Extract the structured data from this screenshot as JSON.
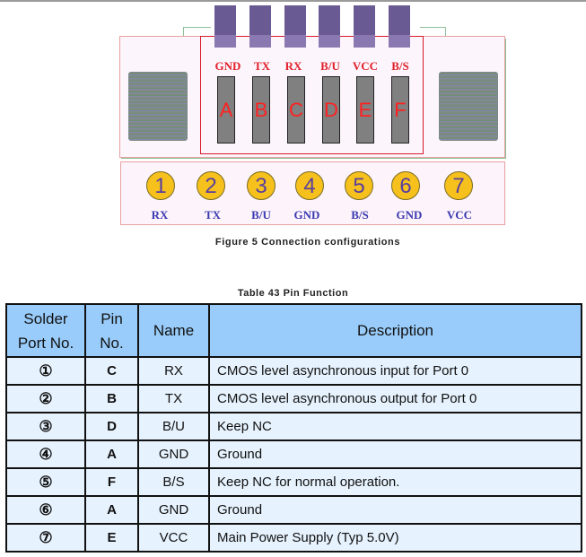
{
  "connector": {
    "top_pins": [
      {
        "signal": "GND",
        "letter": "A"
      },
      {
        "signal": "TX",
        "letter": "B"
      },
      {
        "signal": "RX",
        "letter": "C"
      },
      {
        "signal": "B/U",
        "letter": "D"
      },
      {
        "signal": "VCC",
        "letter": "E"
      },
      {
        "signal": "B/S",
        "letter": "F"
      }
    ],
    "solder_ports": [
      {
        "number": "1",
        "signal": "RX"
      },
      {
        "number": "2",
        "signal": "TX"
      },
      {
        "number": "3",
        "signal": "B/U"
      },
      {
        "number": "4",
        "signal": "GND"
      },
      {
        "number": "5",
        "signal": "B/S"
      },
      {
        "number": "6",
        "signal": "GND"
      },
      {
        "number": "7",
        "signal": "VCC"
      }
    ],
    "colors": {
      "pin_label": "#e0202a",
      "port_circle": "#f6c11c",
      "port_label": "#3a3ab0",
      "header_bg": "#99ccfa",
      "row_bg": "#e6f2fd"
    }
  },
  "figure_caption": "Figure 5 Connection configurations",
  "table": {
    "caption": "Table 43 Pin Function",
    "headers": {
      "solder_line1": "Solder",
      "solder_line2": "Port No.",
      "pin_line1": "Pin",
      "pin_line2": "No.",
      "name": "Name",
      "description": "Description"
    },
    "rows": [
      {
        "port": "①",
        "pin": "C",
        "name": "RX",
        "description": "CMOS level asynchronous input for Port 0"
      },
      {
        "port": "②",
        "pin": "B",
        "name": "TX",
        "description": "CMOS level asynchronous output for Port 0"
      },
      {
        "port": "③",
        "pin": "D",
        "name": "B/U",
        "description": "Keep NC"
      },
      {
        "port": "④",
        "pin": "A",
        "name": "GND",
        "description": "Ground"
      },
      {
        "port": "⑤",
        "pin": "F",
        "name": "B/S",
        "description": "Keep NC for normal operation."
      },
      {
        "port": "⑥",
        "pin": "A",
        "name": "GND",
        "description": "Ground"
      },
      {
        "port": "⑦",
        "pin": "E",
        "name": "VCC",
        "description": "Main Power Supply (Typ 5.0V)"
      }
    ]
  }
}
